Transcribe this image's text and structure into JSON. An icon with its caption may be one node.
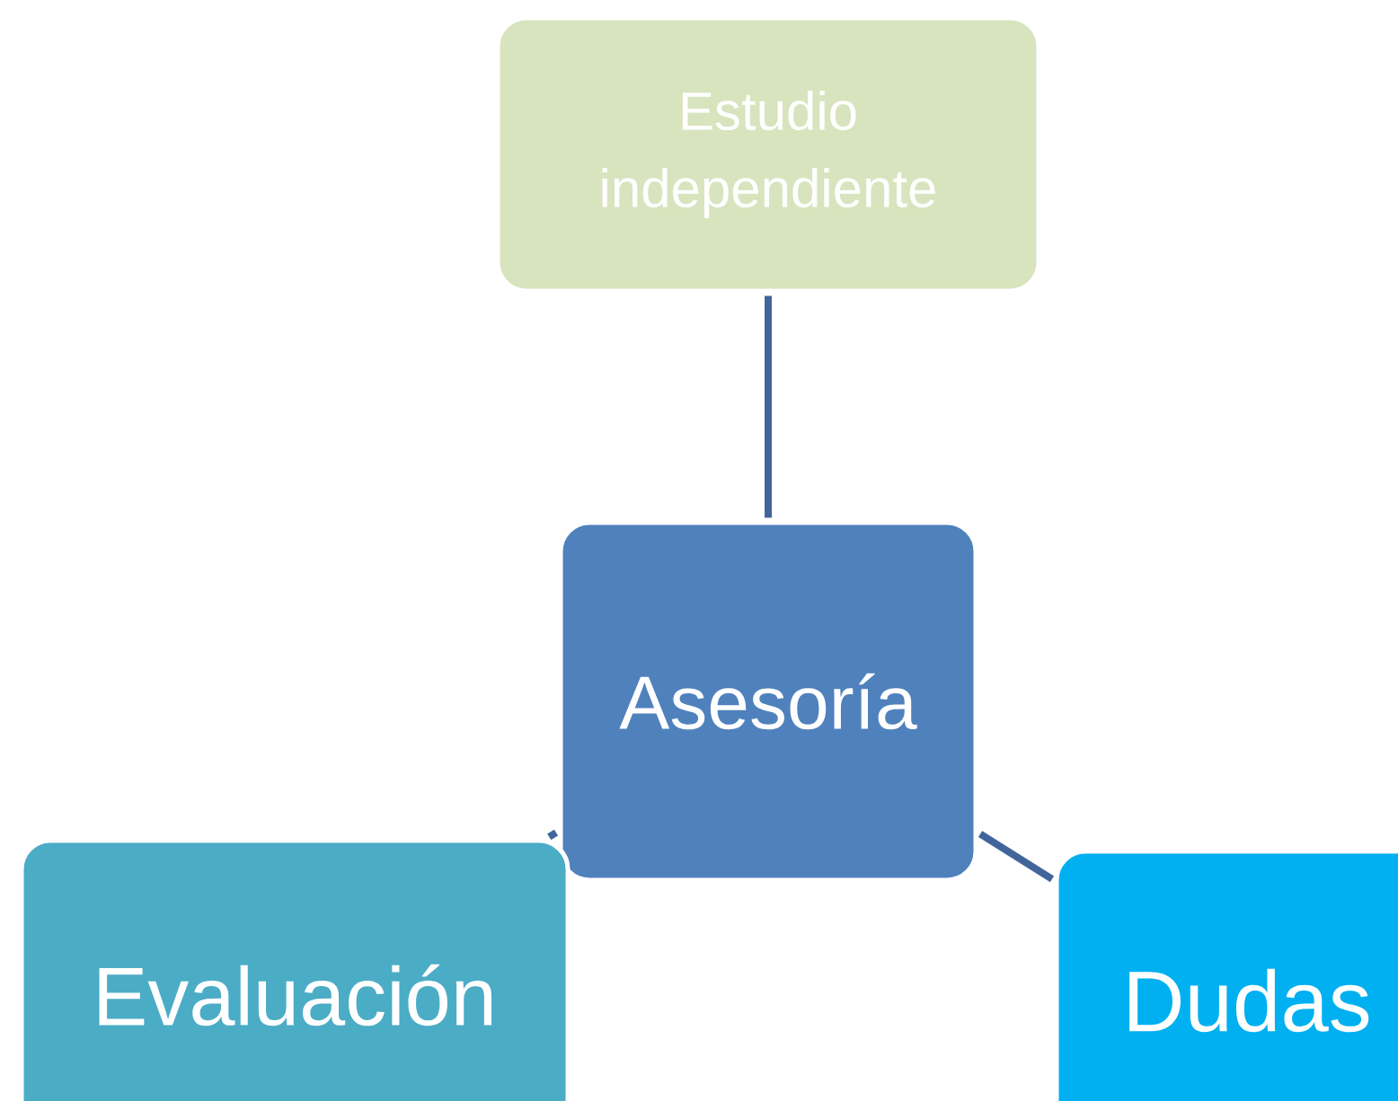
{
  "diagram": {
    "nodes": [
      {
        "text": [
          "Estudio independiente"
        ]
      },
      {
        "text": [
          "Asesoría"
        ]
      },
      {
        "text": [
          "Evaluación"
        ]
      },
      {
        "text": [
          "Dudas"
        ]
      }
    ],
    "edges": [
      {
        "from": 1,
        "to": 0,
        "arrow": "none"
      },
      {
        "from": 1,
        "to": 2,
        "arrow": "none"
      },
      {
        "from": 1,
        "to": 3,
        "arrow": "none"
      }
    ]
  }
}
